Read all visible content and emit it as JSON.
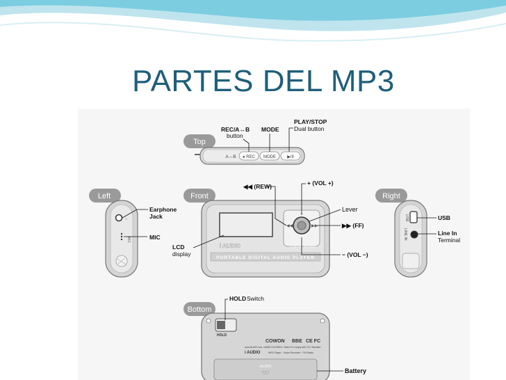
{
  "slide": {
    "title": "PARTES DEL MP3"
  },
  "diagram": {
    "view_tags": {
      "top": "Top",
      "front": "Front",
      "left": "Left",
      "right": "Right",
      "bottom": "Bottom"
    },
    "callouts": {
      "rec_ab_bold": "REC/A↔B",
      "rec_ab_sub": "button",
      "mode": "MODE",
      "play_stop_bold": "PLAY/STOP",
      "play_stop_sub": "Dual button",
      "rew": "◀◀ (REW)",
      "vol_plus": "+ (VOL +)",
      "lever": "Lever",
      "ff": "▶▶ (FF)",
      "vol_minus": "− (VOL −)",
      "lcd_1": "LCD",
      "lcd_2": "display",
      "earphone_1": "Earphone",
      "earphone_2": "Jack",
      "mic": "MIC",
      "usb": "USB",
      "line_in_1": "Line In",
      "line_in_2": "Terminal",
      "hold_bold": "HOLD",
      "hold_sub": "Switch",
      "battery": "Battery"
    },
    "device_labels": {
      "top_ab": "A↔B",
      "top_rec": "● REC",
      "top_mode": "MODE",
      "top_play": "▶/II",
      "front_brand": "i AUDIO",
      "front_color": "COLOR SOUND",
      "front_band": "PORTABLE DIGITAL AUDIO PLAYER",
      "bottom_cowon": "COWON",
      "bottom_bbe": "BBE",
      "bottom_ce": "CE FC",
      "bottom_brand": "i AUDIO",
      "bottom_hold": "HOLD",
      "bottom_small_1": "www.iAUDIO.com • MADE IN KOREA • Tested To Comply with FCC Standard",
      "bottom_small_2": "MP3 Player · Voice Recorder · FM Radio",
      "bottom_cover": "iAUDIO",
      "right_usb": "USB",
      "right_line": "LINE IN",
      "left_mic": "MIC"
    }
  }
}
